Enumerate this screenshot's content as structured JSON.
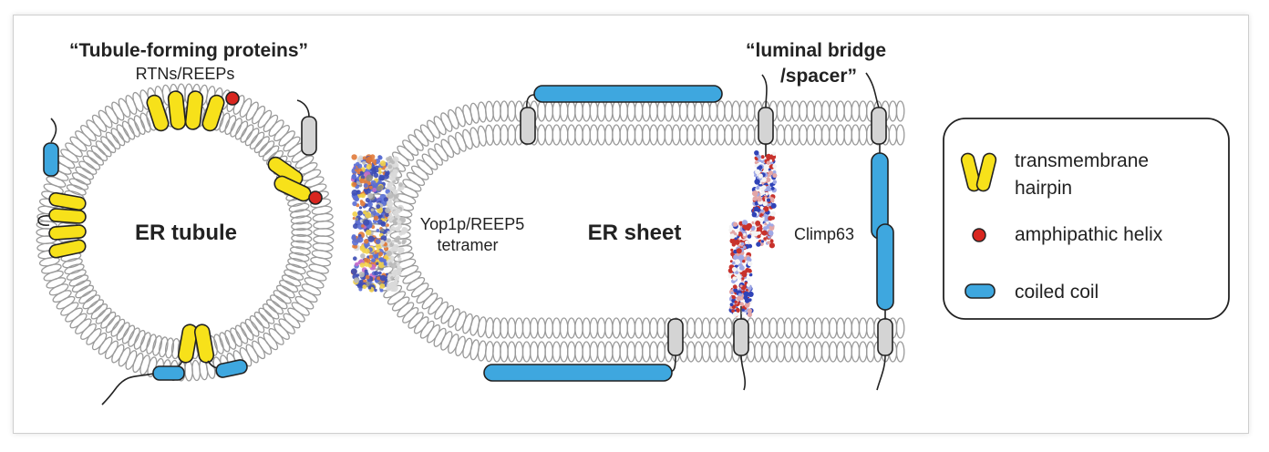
{
  "labels": {
    "tubule_forming_title": "“Tubule-forming proteins”",
    "rtns_reeps": "RTNs/REEPs",
    "er_tubule": "ER tubule",
    "yop1p_line1": "Yop1p/REEP5",
    "yop1p_line2": "tetramer",
    "er_sheet": "ER sheet",
    "luminal_line1": "“luminal bridge",
    "luminal_line2": "/spacer”",
    "climp63": "Climp63"
  },
  "legend": {
    "items": [
      {
        "icon": "hairpin-icon",
        "line1": "transmembrane",
        "line2": "hairpin"
      },
      {
        "icon": "red-dot-icon",
        "line1": "amphipathic helix",
        "line2": ""
      },
      {
        "icon": "blue-capsule-icon",
        "line1": "coiled coil",
        "line2": ""
      }
    ]
  },
  "colors": {
    "membrane": "#9a9a9a",
    "hairpin": "#f7e11a",
    "amphipathic": "#d8261f",
    "coiled_coil": "#3ea7df",
    "grey_protein": "#d4d4d4"
  }
}
